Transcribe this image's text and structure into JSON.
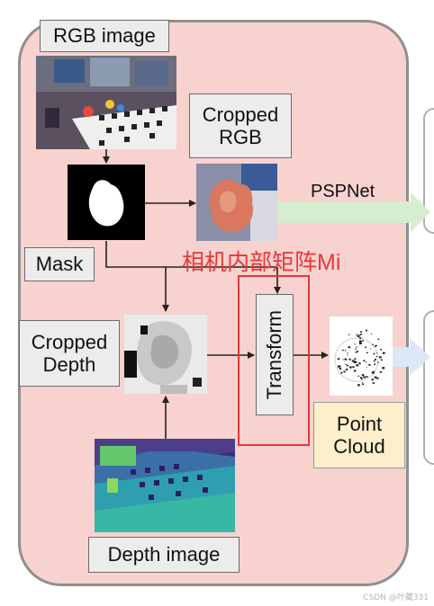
{
  "labels": {
    "rgb_image": "RGB image",
    "cropped_rgb": "Cropped\nRGB",
    "pspnet": "PSPNet",
    "mask": "Mask",
    "camera_intrinsics": "相机内部矩阵Mi",
    "cropped_depth": "Cropped\nDepth",
    "transform": "Transform",
    "point_cloud": "Point\nCloud",
    "depth_image": "Depth image"
  },
  "watermark": "CSDN @叶藏331",
  "colors": {
    "panel_fill": "#f7d2ce",
    "panel_border": "#8f8f8f",
    "label_fill": "#ececec",
    "point_cloud_label_fill": "#fdefc9",
    "highlight_red": "#e23a3a",
    "pspnet_arrow": "#d6edd0",
    "point_cloud_arrow": "#dbe8f5"
  }
}
